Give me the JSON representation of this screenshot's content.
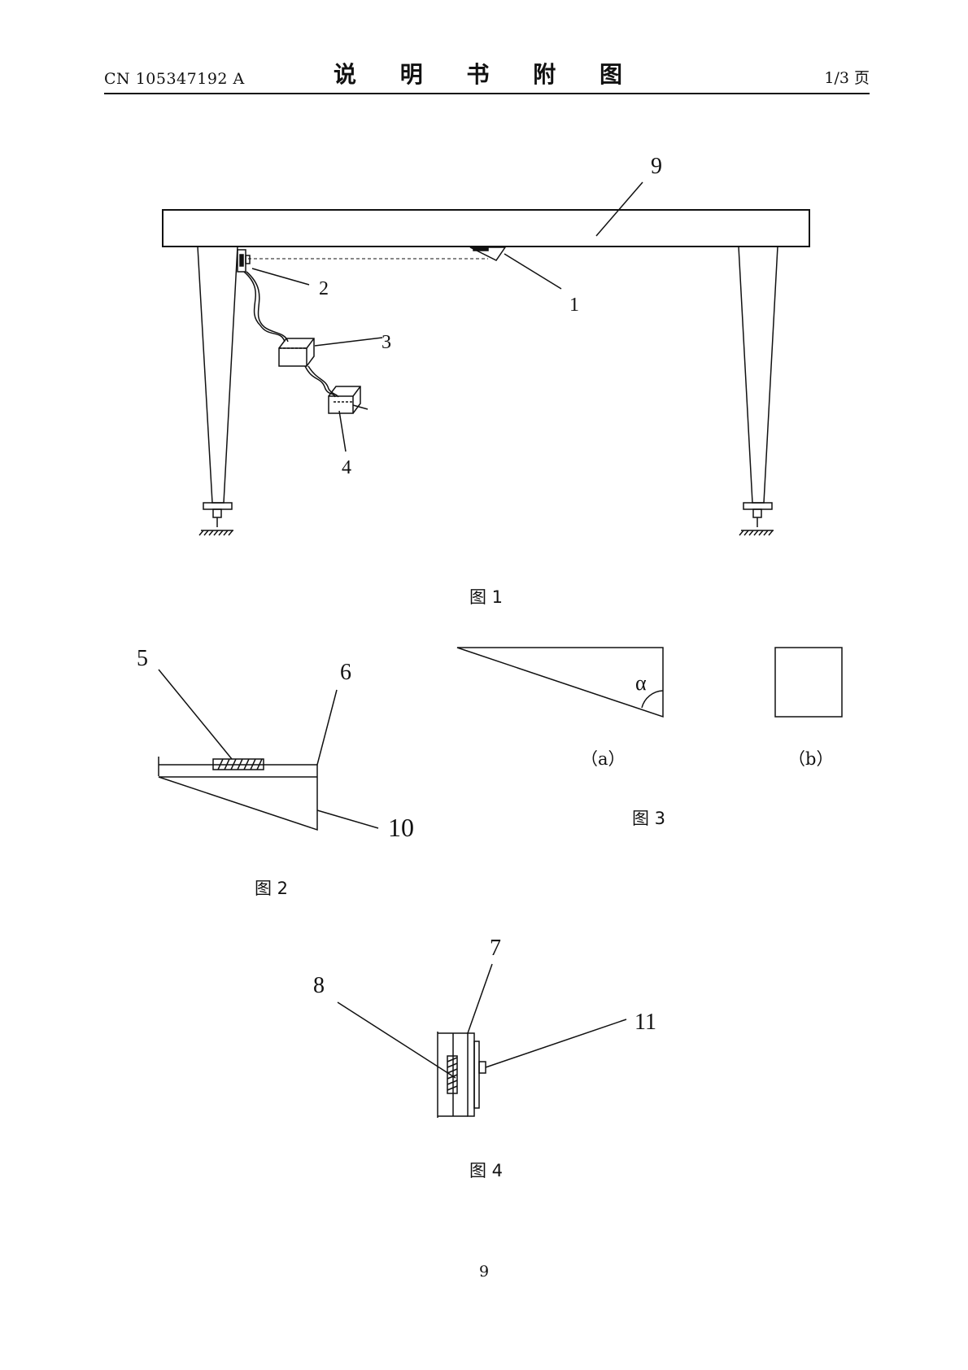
{
  "header": {
    "doc_number": "CN 105347192 A",
    "title": "说 明 书 附 图",
    "page_of": "1/3 页"
  },
  "figures": {
    "fig1": {
      "caption": "图 1",
      "labels": {
        "l9": "9",
        "l1": "1",
        "l2": "2",
        "l3": "3",
        "l4": "4"
      }
    },
    "fig2": {
      "caption": "图 2",
      "labels": {
        "l5": "5",
        "l6": "6",
        "l10": "10"
      }
    },
    "fig3": {
      "caption": "图 3",
      "angle_symbol": "α",
      "sub_a": "（a）",
      "sub_b": "（b）"
    },
    "fig4": {
      "caption": "图 4",
      "labels": {
        "l7": "7",
        "l8": "8",
        "l11": "11"
      }
    }
  },
  "footer": {
    "page_number": "9"
  }
}
